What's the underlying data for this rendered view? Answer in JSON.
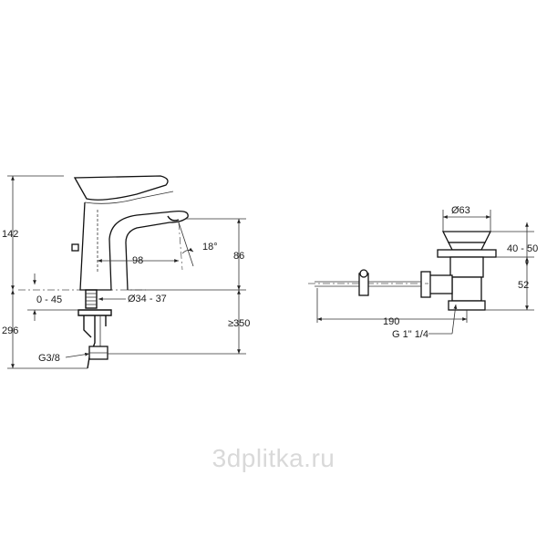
{
  "faucet": {
    "dims": {
      "height_total": "142",
      "below_total": "296",
      "deck_range": "0 - 45",
      "hose_thread": "G3/8",
      "spout_reach": "98",
      "spout_angle": "18°",
      "spout_height": "86",
      "hole_diameter": "Ø34 - 37",
      "hose_length": "≥350"
    }
  },
  "waste": {
    "dims": {
      "cap_diameter": "Ø63",
      "cap_height": "40 - 50",
      "body_height": "52",
      "rod_length": "190",
      "thread": "G 1\" 1/4"
    }
  },
  "watermark": "3dplitka.ru"
}
